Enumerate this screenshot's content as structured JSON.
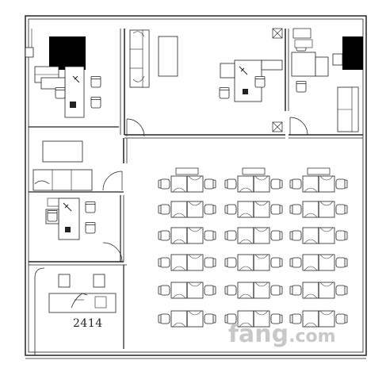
{
  "floor_plan": {
    "room_number": "2414",
    "watermark": {
      "brand": "fang",
      "domain": ".com"
    },
    "colors": {
      "line": "#222222",
      "fill_dark": "#000000",
      "background": "#ffffff",
      "watermark": "#bebebe"
    },
    "workstation_clusters": 3,
    "rows_per_cluster": 6
  }
}
